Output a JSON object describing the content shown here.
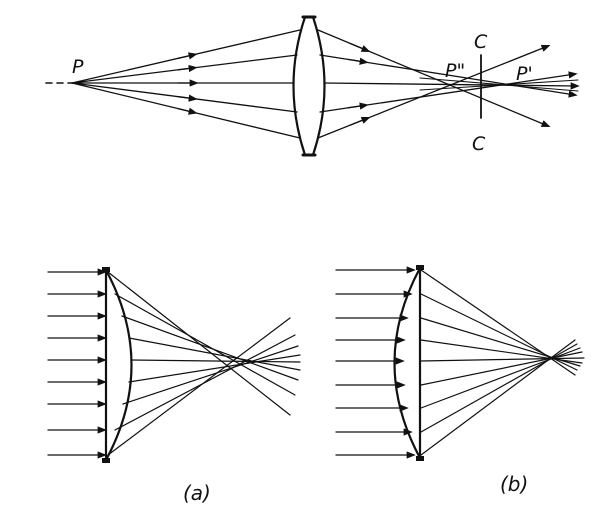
{
  "labels": {
    "source": "P",
    "paraxial_focus": "P'",
    "marginal_focus": "P\"",
    "plane_top": "C",
    "plane_bottom": "C",
    "panel_a": "(a)",
    "panel_b": "(b)"
  },
  "colors": {
    "ink": "#111111",
    "background": "#ffffff"
  }
}
